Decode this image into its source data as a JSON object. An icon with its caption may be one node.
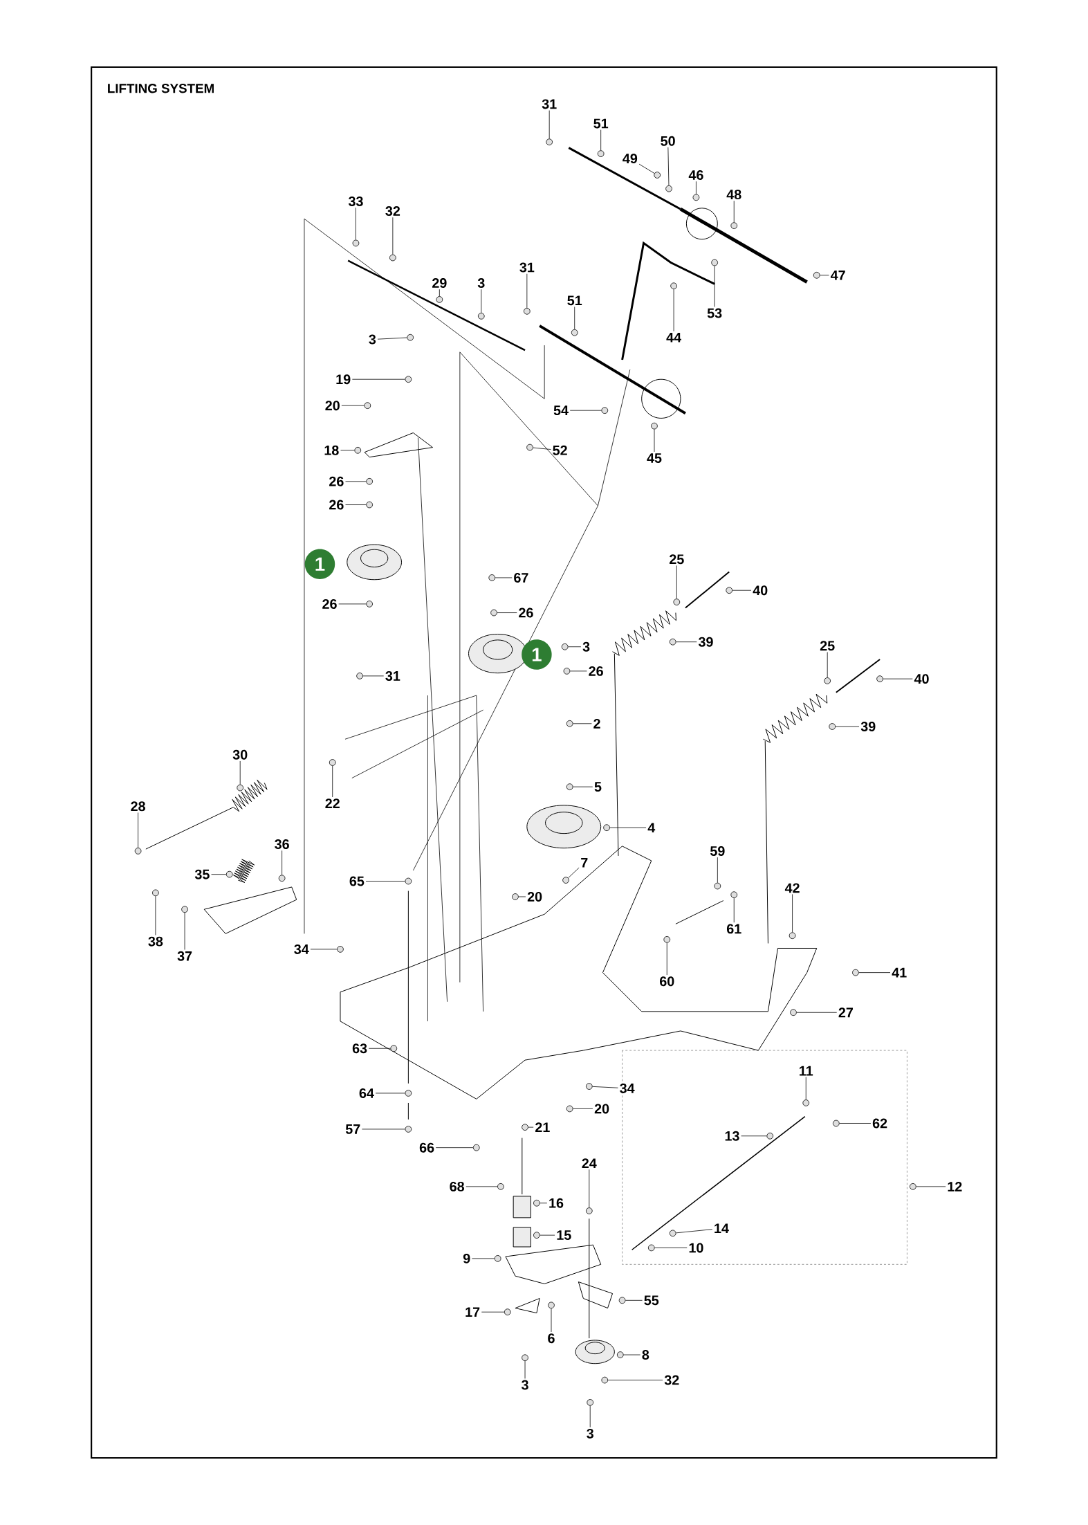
{
  "diagram": {
    "title": "LIFTING SYSTEM",
    "nodes": [
      {
        "text": [
          "31"
        ]
      },
      {
        "text": [
          "51"
        ]
      },
      {
        "text": [
          "50"
        ]
      },
      {
        "text": [
          "49"
        ]
      },
      {
        "text": [
          "46"
        ]
      },
      {
        "text": [
          "48"
        ]
      },
      {
        "text": [
          "47"
        ]
      },
      {
        "text": [
          "53"
        ]
      },
      {
        "text": [
          "44"
        ]
      },
      {
        "text": [
          "33"
        ]
      },
      {
        "text": [
          "32"
        ]
      },
      {
        "text": [
          "29"
        ]
      },
      {
        "text": [
          "3"
        ]
      },
      {
        "text": [
          "31"
        ]
      },
      {
        "text": [
          "51"
        ]
      },
      {
        "text": [
          "3"
        ]
      },
      {
        "text": [
          "19"
        ]
      },
      {
        "text": [
          "20"
        ]
      },
      {
        "text": [
          "54"
        ]
      },
      {
        "text": [
          "52"
        ]
      },
      {
        "text": [
          "45"
        ]
      },
      {
        "text": [
          "18"
        ]
      },
      {
        "text": [
          "26"
        ]
      },
      {
        "text": [
          "26"
        ]
      },
      {
        "text": [
          "1"
        ]
      },
      {
        "text": [
          "26"
        ]
      },
      {
        "text": [
          "67"
        ]
      },
      {
        "text": [
          "26"
        ]
      },
      {
        "text": [
          "1"
        ]
      },
      {
        "text": [
          "3"
        ]
      },
      {
        "text": [
          "26"
        ]
      },
      {
        "text": [
          "25"
        ]
      },
      {
        "text": [
          "40"
        ]
      },
      {
        "text": [
          "39"
        ]
      },
      {
        "text": [
          "25"
        ]
      },
      {
        "text": [
          "40"
        ]
      },
      {
        "text": [
          "39"
        ]
      },
      {
        "text": [
          "31"
        ]
      },
      {
        "text": [
          "2"
        ]
      },
      {
        "text": [
          "30"
        ]
      },
      {
        "text": [
          "22"
        ]
      },
      {
        "text": [
          "5"
        ]
      },
      {
        "text": [
          "28"
        ]
      },
      {
        "text": [
          "4"
        ]
      },
      {
        "text": [
          "36"
        ]
      },
      {
        "text": [
          "35"
        ]
      },
      {
        "text": [
          "7"
        ]
      },
      {
        "text": [
          "59"
        ]
      },
      {
        "text": [
          "65"
        ]
      },
      {
        "text": [
          "20"
        ]
      },
      {
        "text": [
          "42"
        ]
      },
      {
        "text": [
          "61"
        ]
      },
      {
        "text": [
          "38"
        ]
      },
      {
        "text": [
          "37"
        ]
      },
      {
        "text": [
          "34"
        ]
      },
      {
        "text": [
          "60"
        ]
      },
      {
        "text": [
          "41"
        ]
      },
      {
        "text": [
          "27"
        ]
      },
      {
        "text": [
          "63"
        ]
      },
      {
        "text": [
          "11"
        ]
      },
      {
        "text": [
          "34"
        ]
      },
      {
        "text": [
          "20"
        ]
      },
      {
        "text": [
          "64"
        ]
      },
      {
        "text": [
          "21"
        ]
      },
      {
        "text": [
          "57"
        ]
      },
      {
        "text": [
          "13"
        ]
      },
      {
        "text": [
          "62"
        ]
      },
      {
        "text": [
          "66"
        ]
      },
      {
        "text": [
          "24"
        ]
      },
      {
        "text": [
          "12"
        ]
      },
      {
        "text": [
          "68"
        ]
      },
      {
        "text": [
          "16"
        ]
      },
      {
        "text": [
          "14"
        ]
      },
      {
        "text": [
          "15"
        ]
      },
      {
        "text": [
          "10"
        ]
      },
      {
        "text": [
          "9"
        ]
      },
      {
        "text": [
          "55"
        ]
      },
      {
        "text": [
          "17"
        ]
      },
      {
        "text": [
          "6"
        ]
      },
      {
        "text": [
          "8"
        ]
      },
      {
        "text": [
          "3"
        ]
      },
      {
        "text": [
          "32"
        ]
      },
      {
        "text": [
          "3"
        ]
      },
      {
        "text": [],
        "shape": "circle"
      },
      {
        "text": [],
        "shape": "circle"
      },
      {
        "text": [],
        "shape": "circle"
      },
      {
        "text": [],
        "shape": "circle"
      },
      {
        "text": [],
        "shape": "circle"
      },
      {
        "text": [],
        "shape": "circle"
      },
      {
        "text": [],
        "shape": "circle"
      },
      {
        "text": [],
        "shape": "circle"
      },
      {
        "text": [],
        "shape": "circle"
      },
      {
        "text": [],
        "shape": "circle"
      },
      {
        "text": [],
        "shape": "circle"
      },
      {
        "text": [],
        "shape": "circle"
      },
      {
        "text": [],
        "shape": "circle"
      },
      {
        "text": [],
        "shape": "circle"
      },
      {
        "text": [],
        "shape": "circle"
      },
      {
        "text": [],
        "shape": "circle"
      },
      {
        "text": [],
        "shape": "circle"
      },
      {
        "text": [],
        "shape": "circle"
      },
      {
        "text": [],
        "shape": "circle"
      },
      {
        "text": [],
        "shape": "circle"
      },
      {
        "text": [],
        "shape": "circle"
      },
      {
        "text": [],
        "shape": "circle"
      },
      {
        "text": [],
        "shape": "circle"
      },
      {
        "text": [],
        "shape": "circle"
      },
      {
        "text": [],
        "shape": "circle"
      },
      {
        "text": [],
        "shape": "circle"
      },
      {
        "text": [],
        "shape": "circle"
      },
      {
        "text": [],
        "shape": "circle"
      },
      {
        "text": [],
        "shape": "circle"
      },
      {
        "text": [],
        "shape": "circle"
      },
      {
        "text": [],
        "shape": "circle"
      },
      {
        "text": [],
        "shape": "circle"
      },
      {
        "text": [],
        "shape": "circle"
      },
      {
        "text": [],
        "shape": "circle"
      },
      {
        "text": [],
        "shape": "circle"
      },
      {
        "text": [],
        "shape": "circle"
      },
      {
        "text": [],
        "shape": "circle"
      },
      {
        "text": [],
        "shape": "circle"
      },
      {
        "text": [],
        "shape": "circle"
      },
      {
        "text": [],
        "shape": "circle"
      },
      {
        "text": [],
        "shape": "circle"
      },
      {
        "text": [],
        "shape": "circle"
      },
      {
        "text": [],
        "shape": "circle"
      },
      {
        "text": [],
        "shape": "circle"
      },
      {
        "text": [],
        "shape": "circle"
      },
      {
        "text": [],
        "shape": "circle"
      },
      {
        "text": [],
        "shape": "circle"
      },
      {
        "text": [],
        "shape": "circle"
      },
      {
        "text": [],
        "shape": "circle"
      },
      {
        "text": [],
        "shape": "circle"
      },
      {
        "text": [],
        "shape": "circle"
      },
      {
        "text": [],
        "shape": "circle"
      },
      {
        "text": [],
        "shape": "circle"
      },
      {
        "text": [],
        "shape": "circle"
      },
      {
        "text": [],
        "shape": "circle"
      },
      {
        "text": [],
        "shape": "circle"
      },
      {
        "text": [],
        "shape": "circle"
      },
      {
        "text": [],
        "shape": "circle"
      },
      {
        "text": [],
        "shape": "circle"
      },
      {
        "text": [],
        "shape": "circle"
      },
      {
        "text": [],
        "shape": "circle"
      },
      {
        "text": [],
        "shape": "circle"
      },
      {
        "text": [],
        "shape": "circle"
      },
      {
        "text": [],
        "shape": "circle"
      },
      {
        "text": [],
        "shape": "circle"
      },
      {
        "text": [],
        "shape": "circle"
      },
      {
        "text": [],
        "shape": "circle"
      },
      {
        "text": [],
        "shape": "circle"
      },
      {
        "text": [],
        "shape": "circle"
      },
      {
        "text": [],
        "shape": "circle"
      },
      {
        "text": [],
        "shape": "circle"
      },
      {
        "text": [],
        "shape": "circle"
      },
      {
        "text": [],
        "shape": "circle"
      },
      {
        "text": [],
        "shape": "circle"
      },
      {
        "text": [],
        "shape": "circle"
      },
      {
        "text": [],
        "shape": "circle"
      },
      {
        "text": [],
        "shape": "circle"
      },
      {
        "text": [],
        "shape": "circle"
      },
      {
        "text": [],
        "shape": "circle"
      },
      {
        "text": [],
        "shape": "circle"
      },
      {
        "text": [],
        "shape": "circle"
      }
    ],
    "edges": [
      {
        "from": 0,
        "to": 83,
        "arrow": "none"
      },
      {
        "from": 1,
        "to": 84,
        "arrow": "none"
      },
      {
        "from": 2,
        "to": 85,
        "arrow": "none"
      },
      {
        "from": 3,
        "to": 86,
        "arrow": "none"
      },
      {
        "from": 4,
        "to": 87,
        "arrow": "none"
      },
      {
        "from": 5,
        "to": 88,
        "arrow": "none"
      },
      {
        "from": 6,
        "to": 89,
        "arrow": "none"
      },
      {
        "from": 7,
        "to": 90,
        "arrow": "none"
      },
      {
        "from": 8,
        "to": 91,
        "arrow": "none"
      },
      {
        "from": 9,
        "to": 92,
        "arrow": "none"
      },
      {
        "from": 10,
        "to": 93,
        "arrow": "none"
      },
      {
        "from": 11,
        "to": 94,
        "arrow": "none"
      },
      {
        "from": 12,
        "to": 95,
        "arrow": "none"
      },
      {
        "from": 13,
        "to": 96,
        "arrow": "none"
      },
      {
        "from": 14,
        "to": 97,
        "arrow": "none"
      },
      {
        "from": 15,
        "to": 98,
        "arrow": "none"
      },
      {
        "from": 16,
        "to": 99,
        "arrow": "none"
      },
      {
        "from": 17,
        "to": 100,
        "arrow": "none"
      },
      {
        "from": 18,
        "to": 101,
        "arrow": "none"
      },
      {
        "from": 19,
        "to": 102,
        "arrow": "none"
      },
      {
        "from": 20,
        "to": 103,
        "arrow": "none"
      },
      {
        "from": 21,
        "to": 104,
        "arrow": "none"
      },
      {
        "from": 22,
        "to": 105,
        "arrow": "none"
      },
      {
        "from": 23,
        "to": 106,
        "arrow": "none"
      },
      {
        "from": 25,
        "to": 107,
        "arrow": "none"
      },
      {
        "from": 26,
        "to": 108,
        "arrow": "none"
      },
      {
        "from": 27,
        "to": 109,
        "arrow": "none"
      },
      {
        "from": 29,
        "to": 110,
        "arrow": "none"
      },
      {
        "from": 30,
        "to": 111,
        "arrow": "none"
      },
      {
        "from": 31,
        "to": 112,
        "arrow": "none"
      },
      {
        "from": 32,
        "to": 113,
        "arrow": "none"
      },
      {
        "from": 33,
        "to": 114,
        "arrow": "none"
      },
      {
        "from": 34,
        "to": 115,
        "arrow": "none"
      },
      {
        "from": 35,
        "to": 116,
        "arrow": "none"
      },
      {
        "from": 36,
        "to": 117,
        "arrow": "none"
      },
      {
        "from": 37,
        "to": 118,
        "arrow": "none"
      },
      {
        "from": 38,
        "to": 119,
        "arrow": "none"
      },
      {
        "from": 39,
        "to": 120,
        "arrow": "none"
      },
      {
        "from": 40,
        "to": 121,
        "arrow": "none"
      },
      {
        "from": 41,
        "to": 122,
        "arrow": "none"
      },
      {
        "from": 42,
        "to": 123,
        "arrow": "none"
      },
      {
        "from": 43,
        "to": 124,
        "arrow": "none"
      },
      {
        "from": 44,
        "to": 125,
        "arrow": "none"
      },
      {
        "from": 45,
        "to": 126,
        "arrow": "none"
      },
      {
        "from": 46,
        "to": 127,
        "arrow": "none"
      },
      {
        "from": 47,
        "to": 128,
        "arrow": "none"
      },
      {
        "from": 48,
        "to": 129,
        "arrow": "none"
      },
      {
        "from": 49,
        "to": 130,
        "arrow": "none"
      },
      {
        "from": 50,
        "to": 131,
        "arrow": "none"
      },
      {
        "from": 51,
        "to": 132,
        "arrow": "none"
      },
      {
        "from": 52,
        "to": 133,
        "arrow": "none"
      },
      {
        "from": 53,
        "to": 134,
        "arrow": "none"
      },
      {
        "from": 54,
        "to": 135,
        "arrow": "none"
      },
      {
        "from": 55,
        "to": 136,
        "arrow": "none"
      },
      {
        "from": 56,
        "to": 137,
        "arrow": "none"
      },
      {
        "from": 57,
        "to": 138,
        "arrow": "none"
      },
      {
        "from": 58,
        "to": 139,
        "arrow": "none"
      },
      {
        "from": 59,
        "to": 140,
        "arrow": "none"
      },
      {
        "from": 60,
        "to": 141,
        "arrow": "none"
      },
      {
        "from": 61,
        "to": 142,
        "arrow": "none"
      },
      {
        "from": 62,
        "to": 143,
        "arrow": "none"
      },
      {
        "from": 63,
        "to": 144,
        "arrow": "none"
      },
      {
        "from": 64,
        "to": 145,
        "arrow": "none"
      },
      {
        "from": 65,
        "to": 146,
        "arrow": "none"
      },
      {
        "from": 66,
        "to": 147,
        "arrow": "none"
      },
      {
        "from": 67,
        "to": 148,
        "arrow": "none"
      },
      {
        "from": 68,
        "to": 149,
        "arrow": "none"
      },
      {
        "from": 69,
        "to": 150,
        "arrow": "none"
      },
      {
        "from": 70,
        "to": 151,
        "arrow": "none"
      },
      {
        "from": 71,
        "to": 152,
        "arrow": "none"
      },
      {
        "from": 72,
        "to": 153,
        "arrow": "none"
      },
      {
        "from": 73,
        "to": 154,
        "arrow": "none"
      },
      {
        "from": 74,
        "to": 155,
        "arrow": "none"
      },
      {
        "from": 75,
        "to": 156,
        "arrow": "none"
      },
      {
        "from": 76,
        "to": 157,
        "arrow": "none"
      },
      {
        "from": 77,
        "to": 158,
        "arrow": "none"
      },
      {
        "from": 78,
        "to": 159,
        "arrow": "none"
      },
      {
        "from": 79,
        "to": 160,
        "arrow": "none"
      },
      {
        "from": 80,
        "to": 161,
        "arrow": "none"
      },
      {
        "from": 81,
        "to": 162,
        "arrow": "none"
      },
      {
        "from": 82,
        "to": 163,
        "arrow": "none"
      }
    ]
  }
}
